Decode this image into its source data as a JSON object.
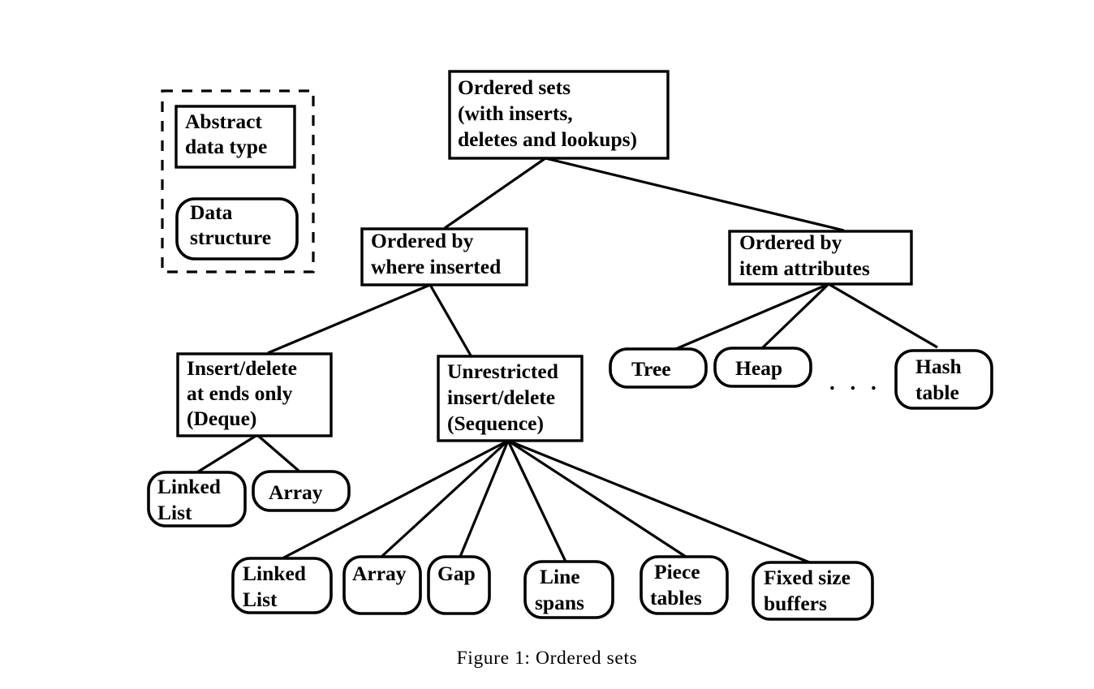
{
  "figure": {
    "caption": "Figure 1:  Ordered sets",
    "background_color": "#ffffff",
    "line_color": "#000000"
  },
  "legend": {
    "name": "legend-box",
    "items": [
      {
        "id": "abstract-data-type",
        "shape": "rectangle",
        "lines": [
          "Abstract",
          "data type"
        ]
      },
      {
        "id": "data-structure",
        "shape": "rounded",
        "lines": [
          "Data",
          "structure"
        ]
      }
    ]
  },
  "nodes": {
    "root": {
      "id": "ordered-sets",
      "shape": "rectangle",
      "lines": [
        "Ordered sets",
        "(with inserts,",
        "deletes and lookups)"
      ]
    },
    "ordered_by_where_inserted": {
      "id": "ordered-by-where-inserted",
      "shape": "rectangle",
      "lines": [
        "Ordered by",
        "where inserted"
      ]
    },
    "ordered_by_item_attributes": {
      "id": "ordered-by-item-attributes",
      "shape": "rectangle",
      "lines": [
        "Ordered by",
        "item attributes"
      ]
    },
    "deque": {
      "id": "insert-delete-at-ends-only-deque",
      "shape": "rectangle",
      "lines": [
        "Insert/delete",
        "at ends only",
        "(Deque)"
      ]
    },
    "sequence": {
      "id": "unrestricted-insert-delete-sequence",
      "shape": "rectangle",
      "lines": [
        "Unrestricted",
        "insert/delete",
        "(Sequence)"
      ]
    },
    "tree": {
      "id": "tree",
      "shape": "rounded",
      "lines": [
        "Tree"
      ]
    },
    "heap": {
      "id": "heap",
      "shape": "rounded",
      "lines": [
        "Heap"
      ]
    },
    "ellipsis": {
      "id": "ellipsis",
      "shape": "text",
      "lines": [
        ". . ."
      ]
    },
    "hash_table": {
      "id": "hash-table",
      "shape": "rounded",
      "lines": [
        "Hash",
        "table"
      ]
    },
    "deque_linked_list": {
      "id": "deque-linked-list",
      "shape": "rounded",
      "lines": [
        "Linked",
        "List"
      ]
    },
    "deque_array": {
      "id": "deque-array",
      "shape": "rounded",
      "lines": [
        "Array"
      ]
    },
    "seq_linked_list": {
      "id": "sequence-linked-list",
      "shape": "rounded",
      "lines": [
        "Linked",
        "List"
      ]
    },
    "seq_array": {
      "id": "sequence-array",
      "shape": "rounded",
      "lines": [
        "Array"
      ]
    },
    "seq_gap": {
      "id": "sequence-gap",
      "shape": "rounded",
      "lines": [
        "Gap"
      ]
    },
    "seq_line_spans": {
      "id": "sequence-line-spans",
      "shape": "rounded",
      "lines": [
        "Line",
        "spans"
      ]
    },
    "seq_piece_tables": {
      "id": "sequence-piece-tables",
      "shape": "rounded",
      "lines": [
        "Piece",
        "tables"
      ]
    },
    "seq_fixed_size_buffers": {
      "id": "sequence-fixed-size-buffers",
      "shape": "rounded",
      "lines": [
        "Fixed size",
        "buffers"
      ]
    }
  },
  "text": {
    "root_l1": "Ordered sets",
    "root_l2": "(with inserts,",
    "root_l3": "deletes and lookups)",
    "owi_l1": "Ordered by",
    "owi_l2": "where inserted",
    "oia_l1": "Ordered by",
    "oia_l2": "item attributes",
    "deque_l1": "Insert/delete",
    "deque_l2": "at ends only",
    "deque_l3": "(Deque)",
    "seq_l1": "Unrestricted",
    "seq_l2": "insert/delete",
    "seq_l3": "(Sequence)",
    "tree": "Tree",
    "heap": "Heap",
    "ellipsis": ". . .",
    "hash_l1": "Hash",
    "hash_l2": "table",
    "dll_l1": "Linked",
    "dll_l2": "List",
    "darr": "Array",
    "sll_l1": "Linked",
    "sll_l2": "List",
    "sarr": "Array",
    "sgap": "Gap",
    "sline_l1": "Line",
    "sline_l2": "spans",
    "spiece_l1": "Piece",
    "spiece_l2": "tables",
    "sfix_l1": "Fixed size",
    "sfix_l2": "buffers",
    "legend_adt_l1": "Abstract",
    "legend_adt_l2": "data type",
    "legend_ds_l1": "Data",
    "legend_ds_l2": "structure",
    "caption": "Figure 1:  Ordered sets"
  },
  "edges": [
    {
      "from": "ordered-sets",
      "to": "ordered-by-where-inserted"
    },
    {
      "from": "ordered-sets",
      "to": "ordered-by-item-attributes"
    },
    {
      "from": "ordered-by-where-inserted",
      "to": "insert-delete-at-ends-only-deque"
    },
    {
      "from": "ordered-by-where-inserted",
      "to": "unrestricted-insert-delete-sequence"
    },
    {
      "from": "ordered-by-item-attributes",
      "to": "tree"
    },
    {
      "from": "ordered-by-item-attributes",
      "to": "heap"
    },
    {
      "from": "ordered-by-item-attributes",
      "to": "hash-table"
    },
    {
      "from": "insert-delete-at-ends-only-deque",
      "to": "deque-linked-list"
    },
    {
      "from": "insert-delete-at-ends-only-deque",
      "to": "deque-array"
    },
    {
      "from": "unrestricted-insert-delete-sequence",
      "to": "sequence-linked-list"
    },
    {
      "from": "unrestricted-insert-delete-sequence",
      "to": "sequence-array"
    },
    {
      "from": "unrestricted-insert-delete-sequence",
      "to": "sequence-gap"
    },
    {
      "from": "unrestricted-insert-delete-sequence",
      "to": "sequence-line-spans"
    },
    {
      "from": "unrestricted-insert-delete-sequence",
      "to": "sequence-piece-tables"
    },
    {
      "from": "unrestricted-insert-delete-sequence",
      "to": "sequence-fixed-size-buffers"
    }
  ]
}
